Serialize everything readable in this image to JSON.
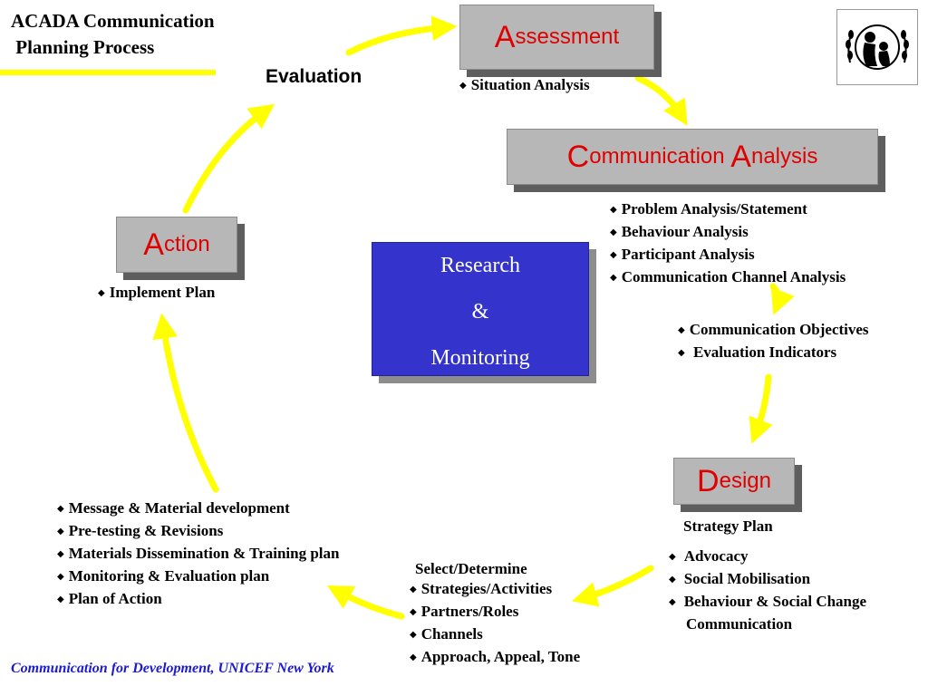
{
  "header": {
    "title": "ACADA Communication\n Planning Process"
  },
  "evaluation_label": "Evaluation",
  "boxes": {
    "assessment": {
      "cap": "A",
      "rest": "ssessment"
    },
    "communication_analysis": {
      "cap1": "C",
      "rest1": "ommunication ",
      "cap2": "A",
      "rest2": "nalysis"
    },
    "action": {
      "cap": "A",
      "rest": "ction"
    },
    "design": {
      "cap": "D",
      "rest": "esign"
    }
  },
  "research": {
    "line1": "Research",
    "line2": "&",
    "line3": "Monitoring"
  },
  "assessment_items": [
    "Situation Analysis"
  ],
  "analysis_items": [
    "Problem Analysis/Statement",
    "Behaviour Analysis",
    "Participant Analysis",
    "Communication Channel Analysis"
  ],
  "objectives_items": [
    "Communication Objectives",
    " Evaluation Indicators"
  ],
  "strategy_plan_label": "Strategy Plan",
  "strategy_items": [
    "Advocacy",
    "Social Mobilisation",
    "Behaviour & Social Change",
    "Communication"
  ],
  "select_label": "Select/Determine",
  "select_items": [
    "Strategies/Activities",
    "Partners/Roles",
    "Channels",
    "Approach, Appeal, Tone"
  ],
  "development_items": [
    "Message & Material development",
    "Pre-testing & Revisions",
    "Materials Dissemination & Training plan",
    "Monitoring & Evaluation plan",
    "Plan of Action"
  ],
  "action_items": [
    "Implement Plan"
  ],
  "footer": "Communication for Development, UNICEF New York",
  "icons": {
    "bullet": "diamond-bullet-icon",
    "logo": "unicef-logo-icon",
    "arrow": "yellow-arrow-icon"
  },
  "colors": {
    "arrow": "#ffff00",
    "accent_red": "#e00000",
    "research_blue": "#3434cc",
    "footer_blue": "#1a1ad0",
    "box_gray": "#b7b7b7"
  }
}
